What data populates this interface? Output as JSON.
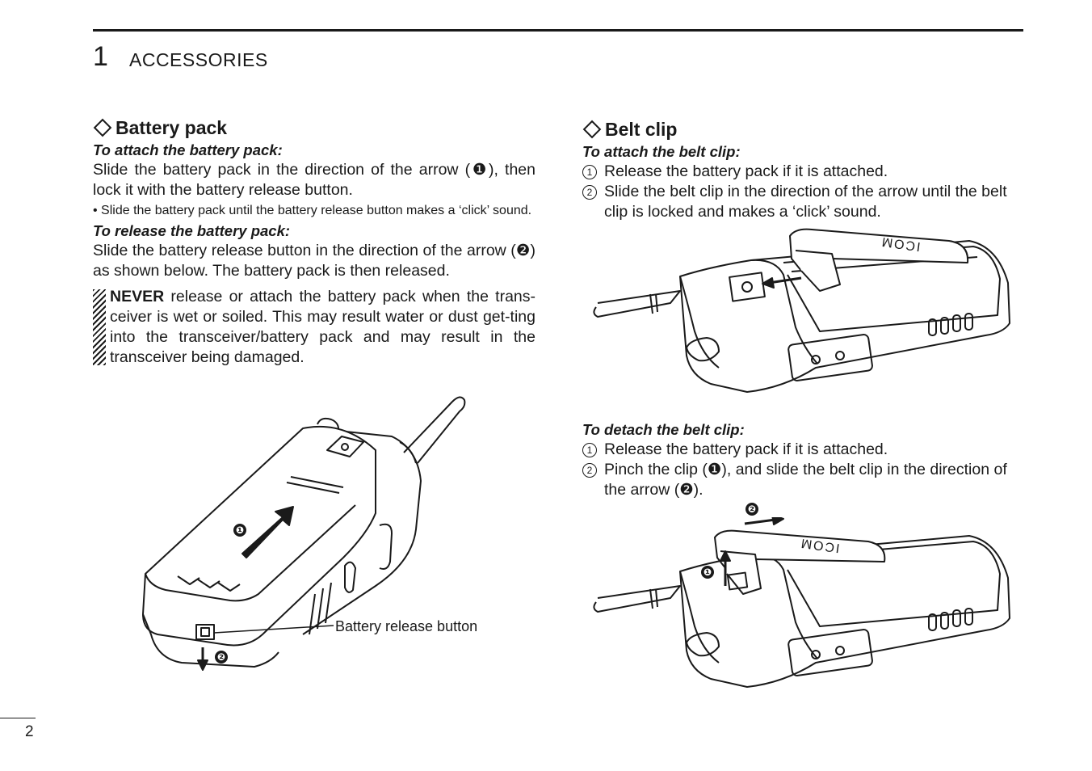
{
  "header": {
    "chapter_number": "1",
    "chapter_title": "ACCESSORIES"
  },
  "battery": {
    "heading": "Battery pack",
    "attach_title": "To attach the battery pack:",
    "attach_text": "Slide the battery pack in the direction of the arrow (❶), then lock it with the battery release button.",
    "attach_bullet": "• Slide the battery pack until the battery release button makes a ‘click’ sound.",
    "release_title": "To release the battery pack:",
    "release_text": "Slide the battery release button in the direction of the arrow (❷) as shown below. The battery pack is then released.",
    "warning_strong": "NEVER",
    "warning_text": " release or attach the battery pack when the trans-ceiver is wet or soiled. This may result water or dust get-ting into the transceiver/battery pack and may result in the transceiver being damaged.",
    "figure_callout": "Battery release button",
    "marker_1": "❶",
    "marker_2": "❷"
  },
  "beltclip": {
    "heading": "Belt clip",
    "attach_title": "To attach the belt clip:",
    "attach_steps": [
      {
        "num": "1",
        "text": "Release the battery pack if it is attached."
      },
      {
        "num": "2",
        "text": "Slide the belt clip in the direction of the arrow until the belt clip is locked and makes a ‘click’ sound."
      }
    ],
    "detach_title": "To detach the belt clip:",
    "detach_steps": [
      {
        "num": "1",
        "text": "Release the battery pack if it is attached."
      },
      {
        "num": "2",
        "text": "Pinch the clip (❶), and slide the belt clip in the direction of the arrow (❷)."
      }
    ],
    "marker_1": "❶",
    "marker_2": "❷",
    "logo_text": "ICOM"
  },
  "footer": {
    "page_number": "2"
  }
}
